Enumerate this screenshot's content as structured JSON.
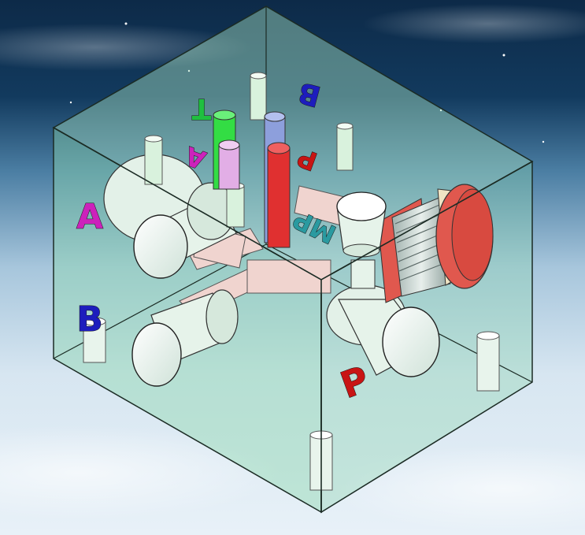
{
  "labels": {
    "top_t": "T",
    "top_b": "B",
    "top_a": "A",
    "top_p": "P",
    "top_mp": "MP",
    "left_a": "A",
    "left_b": "B",
    "front_p": "P"
  },
  "colors": {
    "block_fill": "#8fd6b0",
    "block_edge": "#1b2b24",
    "label_green": "#1fbf3f",
    "label_blue": "#1d1dbd",
    "label_magenta": "#cc22bb",
    "label_red": "#c81414",
    "label_mp": "#2a9aa0",
    "port_fill": "#e9f4ee",
    "pipe_pink": "#f0d4cf",
    "plug_red": "#e0584e",
    "pin_green": "#33dd44",
    "pin_blue": "#8d9fdc",
    "pin_violet": "#e2aee6",
    "pin_red": "#e03030"
  },
  "icons": [
    "manifold-block-3d",
    "cartridge-plug-icon",
    "port-bore-icon"
  ]
}
